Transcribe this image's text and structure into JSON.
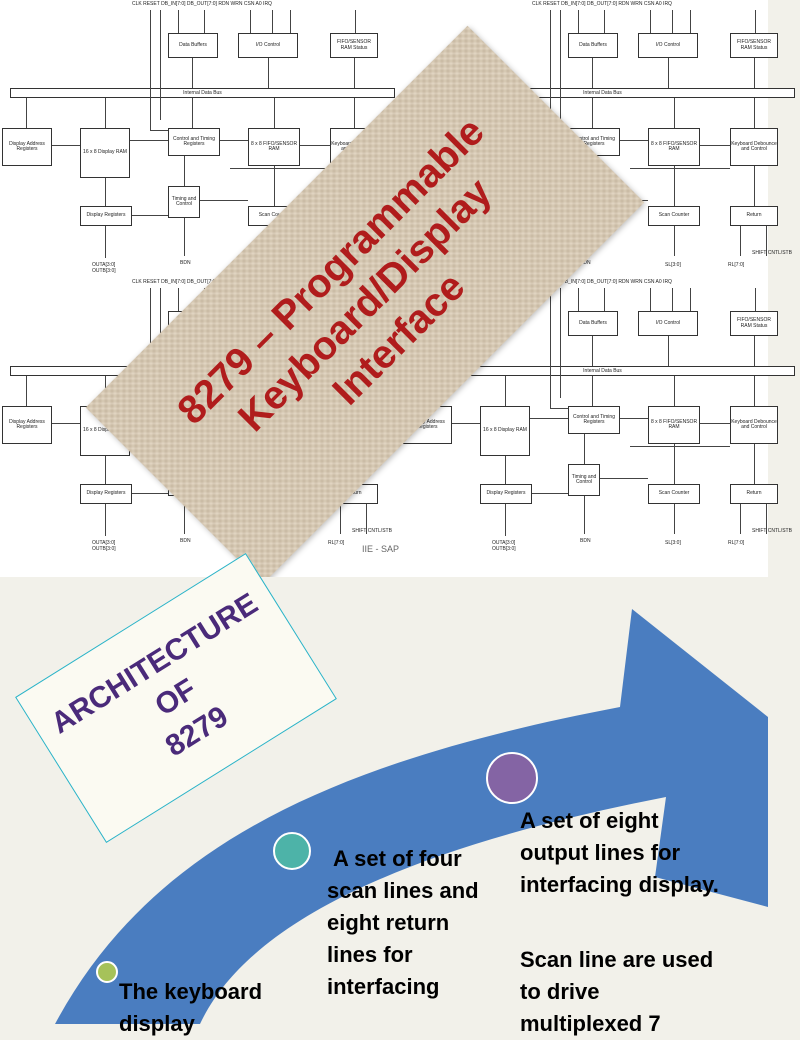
{
  "slide1": {
    "title": "8279 – Programmable Keyboard/Display Interface",
    "title_color": "#b01c1c",
    "banner_color": "#d8c8b0",
    "footer": "IIE - SAP",
    "diagram": {
      "top_signals": "CLK RESET  DB_IN[7:0]  DB_OUT[7:0]   RDN  WRN  CSN  A0        IRQ",
      "blocks": {
        "data_buffers": "Data Buffers",
        "io_control": "I/O Control",
        "fifo_status": "FIFO/SENSOR RAM Status",
        "internal_bus": "Internal Data Bus",
        "display_address": "Display Address Registers",
        "display_ram": "16 x 8 Display RAM",
        "control_timing": "Control and Timing Registers",
        "fifo_ram": "8 x 8 FIFO/SENSOR RAM",
        "debounce": "Keyboard Debounce and Control",
        "timing_control": "Timing and Control",
        "display_registers": "Display Registers",
        "scan_counter": "Scan Counter",
        "return": "Return"
      },
      "bottom_signals": {
        "out": "OUTA[3:0] OUTB[3:0]",
        "bd": "BDN",
        "sl": "SL[3:0]",
        "rl": "RL[7:0]",
        "shift": "SHIFT CNTL/STB"
      }
    }
  },
  "slide2": {
    "title": "ARCHITECTURE\nOF\n8279",
    "title_color": "#4a2a7a",
    "arrow_color": "#4a7dc0",
    "points": [
      {
        "text": "The keyboard display",
        "dot_color": "#a6c25a"
      },
      {
        "text": "A set of four scan lines and eight return lines for interfacing",
        "dot_color": "#4db3a8"
      },
      {
        "text": "A set of eight output lines for interfacing display.",
        "extra": "Scan line are used to drive multiplexed 7",
        "dot_color": "#8464a4"
      }
    ]
  }
}
